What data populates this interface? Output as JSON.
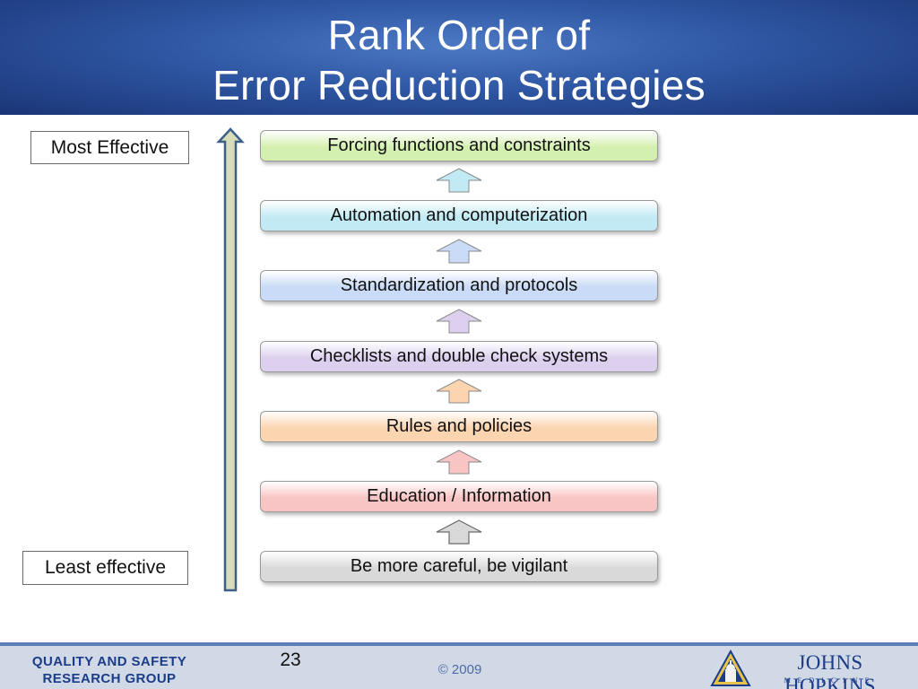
{
  "title": {
    "line1": "Rank Order of",
    "line2": "Error Reduction Strategies"
  },
  "labels": {
    "most": "Most Effective",
    "least": "Least effective"
  },
  "strategies": [
    {
      "label": "Forcing functions and constraints",
      "color": "#d4f0b0"
    },
    {
      "label": "Automation and computerization",
      "color": "#c2eaf4"
    },
    {
      "label": "Standardization and protocols",
      "color": "#c9dbf6"
    },
    {
      "label": "Checklists and double check systems",
      "color": "#ddd0ef"
    },
    {
      "label": "Rules and policies",
      "color": "#fbd4b0"
    },
    {
      "label": "Education / Information",
      "color": "#f9c4c4"
    },
    {
      "label": "Be more careful, be vigilant",
      "color": "#d9d9d9"
    }
  ],
  "arrows": [
    {
      "color": "#c2eaf4"
    },
    {
      "color": "#c9dbf6"
    },
    {
      "color": "#ddd0ef"
    },
    {
      "color": "#fbd4b0"
    },
    {
      "color": "#f9c4c4"
    },
    {
      "color": "#d9d9d9"
    }
  ],
  "footer": {
    "org_line1": "QUALITY AND SAFETY",
    "org_line2": "RESEARCH GROUP",
    "page_number": "23",
    "copyright": "© 2009",
    "brand": "JOHNS HOPKINS",
    "brand_sub": "MEDICINE"
  },
  "colors": {
    "axis_fill": "#d7ddb8",
    "axis_stroke": "#3d5f8a",
    "footer_text": "#1b3c88"
  }
}
